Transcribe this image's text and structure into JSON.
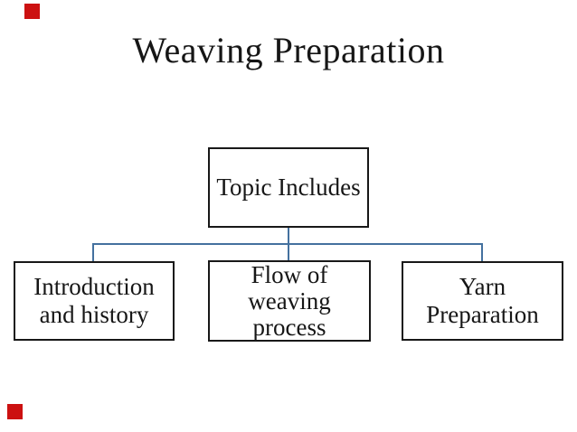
{
  "theme": {
    "background": "#ffffff",
    "text_color": "#161616",
    "box_border": "#181818",
    "connector": "#44719f",
    "accent_red": "#cc1111"
  },
  "slide": {
    "title": "Weaving Preparation"
  },
  "diagram": {
    "root": {
      "label": "Topic Includes"
    },
    "children": [
      {
        "label": "Introduction and history",
        "lines": [
          "Introduction",
          "and history"
        ]
      },
      {
        "label": "Flow of weaving process",
        "lines": [
          "Flow of",
          "weaving",
          "process"
        ]
      },
      {
        "label": "Yarn Preparation",
        "lines": [
          "Yarn",
          "Preparation"
        ]
      }
    ]
  },
  "decorations": {
    "top_left_square": {
      "shape": "square",
      "color": "#cc1111"
    },
    "bottom_left_square": {
      "shape": "square",
      "color": "#cc1111"
    }
  }
}
